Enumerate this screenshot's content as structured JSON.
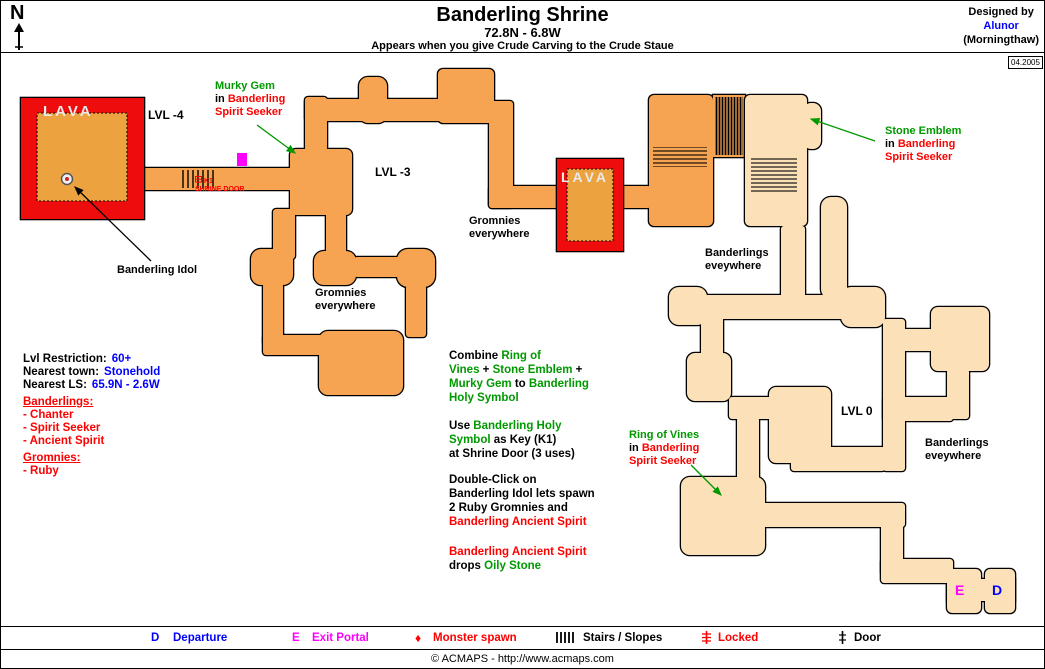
{
  "header": {
    "compass": "N",
    "title": "Banderling Shrine",
    "coords": "72.8N - 6.8W",
    "subtitle": "Appears when you give Crude Carving to the Crude Staue",
    "designed_by": "Designed by",
    "designer": "Alunor",
    "world": "(Morningthaw)",
    "date": "04.2005"
  },
  "map": {
    "lava_left": "LAVA",
    "lava_center": "LAVA",
    "lvl_m4": "LVL -4",
    "lvl_m3": "LVL -3",
    "lvl_0": "LVL 0",
    "idol": "Banderling Idol",
    "k1": {
      "key": "K1",
      "door": "SHRINE DOOR"
    },
    "gromnies": {
      "l1": "Gromnies",
      "l2": "everywhere"
    },
    "banderlings": {
      "l1": "Banderlings",
      "l2": "eveywhere"
    },
    "murky": {
      "item": "Murky Gem",
      "in": "in ",
      "holder1": "Banderling",
      "holder2": "Spirit Seeker"
    },
    "stone": {
      "item": "Stone Emblem",
      "in": "in ",
      "holder1": "Banderling",
      "holder2": "Spirit Seeker"
    },
    "vines": {
      "item": "Ring of Vines",
      "in": "in ",
      "holder1": "Banderling",
      "holder2": "Spirit Seeker"
    },
    "exit_letter": "E",
    "departure_letter": "D"
  },
  "info": {
    "lvl_restriction_label": "Lvl Restriction:",
    "lvl_restriction": "60+",
    "town_label": "Nearest town:",
    "town": "Stonehold",
    "ls_label": "Nearest LS:",
    "ls": "65.9N - 2.6W",
    "banderlings_header": "Banderlings:",
    "banderlings": [
      "- Chanter",
      "- Spirit Seeker",
      "- Ancient Spirit"
    ],
    "gromnies_header": "Gromnies:",
    "gromnies": [
      "- Ruby"
    ]
  },
  "notes": {
    "combine": {
      "a": "Combine ",
      "b": "Ring of",
      "c": "Vines",
      "d": " + ",
      "e": "Stone Emblem",
      "f": " +",
      "g": "Murky Gem",
      "h": " to ",
      "i": "Banderling",
      "j": "Holy Symbol"
    },
    "use": {
      "a": "Use ",
      "b": "Banderling Holy",
      "c": "Symbol",
      "d": " as Key (K1)",
      "e": "at Shrine Door (3 uses)"
    },
    "dbl": {
      "a": "Double-Click on",
      "b": "Banderling Idol lets spawn",
      "c": "2 Ruby Gromnies and",
      "d": "Banderling Ancient Spirit"
    },
    "drops": {
      "a": "Banderling Ancient Spirit",
      "b": "drops ",
      "c": "Oily Stone"
    }
  },
  "legend": {
    "departure_key": "D",
    "departure": "Departure",
    "exit_key": "E",
    "exit": "Exit Portal",
    "monster_icon": "♦",
    "monster": "Monster spawn",
    "stairs": "Stairs / Slopes",
    "locked": "Locked",
    "door": "Door"
  },
  "footer": {
    "copyright": "© ACMAPS - http://www.acmaps.com"
  },
  "colors": {
    "corridor_orange": "#F6A352",
    "room_peach": "#FBE0B8",
    "lava_red": "#EE0C0C",
    "pool_gold": "#ECA33F",
    "green": "#009900",
    "red": "#FF0000",
    "blue": "#0000FF",
    "magenta": "#FF00FF"
  }
}
